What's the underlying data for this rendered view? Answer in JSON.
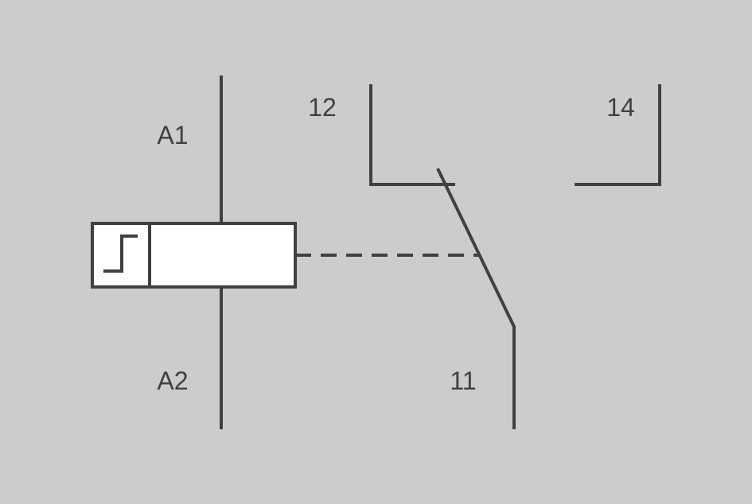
{
  "colors": {
    "background": "#cccccc",
    "stroke": "#404040",
    "coil_fill": "#ffffff"
  },
  "labels": {
    "coil_top": "A1",
    "coil_bottom": "A2",
    "contact_nc": "12",
    "contact_no": "14",
    "contact_common": "11"
  }
}
